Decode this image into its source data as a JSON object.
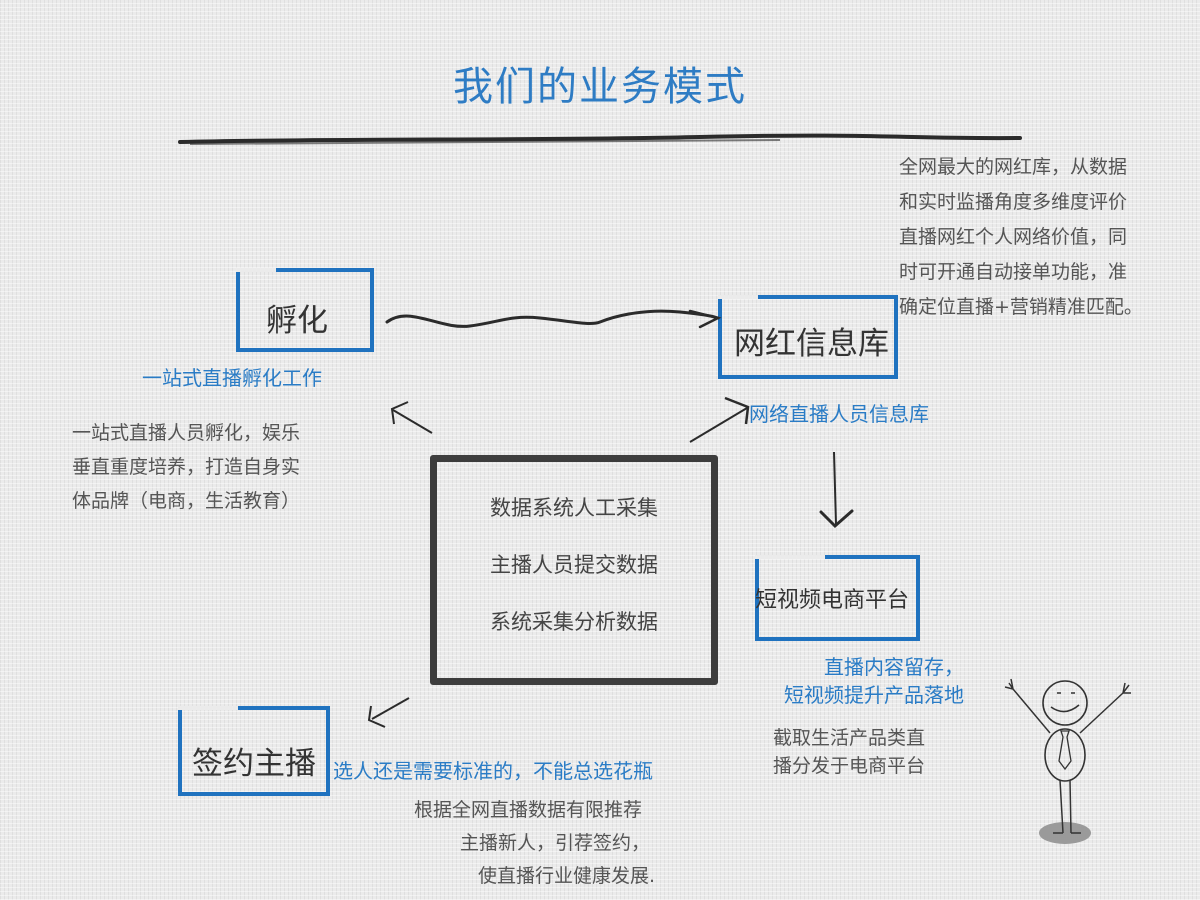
{
  "title": "我们的业务模式",
  "nodes": {
    "incubation": {
      "label": "孵化",
      "subtitle": "一站式直播孵化工作",
      "description": [
        "一站式直播人员孵化，娱乐",
        "垂直重度培养，打造自身实",
        "体品牌（电商，生活教育）"
      ]
    },
    "influencer_db": {
      "label": "网红信息库",
      "subtitle": "网络直播人员信息库",
      "description": [
        "全网最大的网红库，从数据",
        "和实时监播角度多维度评价",
        "直播网红个人网络价值，同",
        "时可开通自动接单功能，准",
        "确定位直播+营销精准匹配。"
      ]
    },
    "data_center": {
      "lines": [
        "数据系统人工采集",
        "主播人员提交数据",
        "系统采集分析数据"
      ]
    },
    "short_video": {
      "label": "短视频电商平台",
      "subtitle": [
        "直播内容留存，",
        "短视频提升产品落地"
      ],
      "description": [
        "截取生活产品类直",
        "播分发于电商平台"
      ]
    },
    "signing": {
      "label": "签约主播",
      "subtitle": "选人还是需要标准的，不能总选花瓶",
      "description": [
        "根据全网直播数据有限推荐",
        "主播新人，引荐签约，",
        "使直播行业健康发展."
      ]
    }
  },
  "colors": {
    "accent_blue": "#1f72bf",
    "title_blue": "#2e7cc4",
    "ink": "#3d3d3d",
    "background": "#ebebeb"
  },
  "icons": {
    "mascot": "happy-stick-figure-icon"
  }
}
